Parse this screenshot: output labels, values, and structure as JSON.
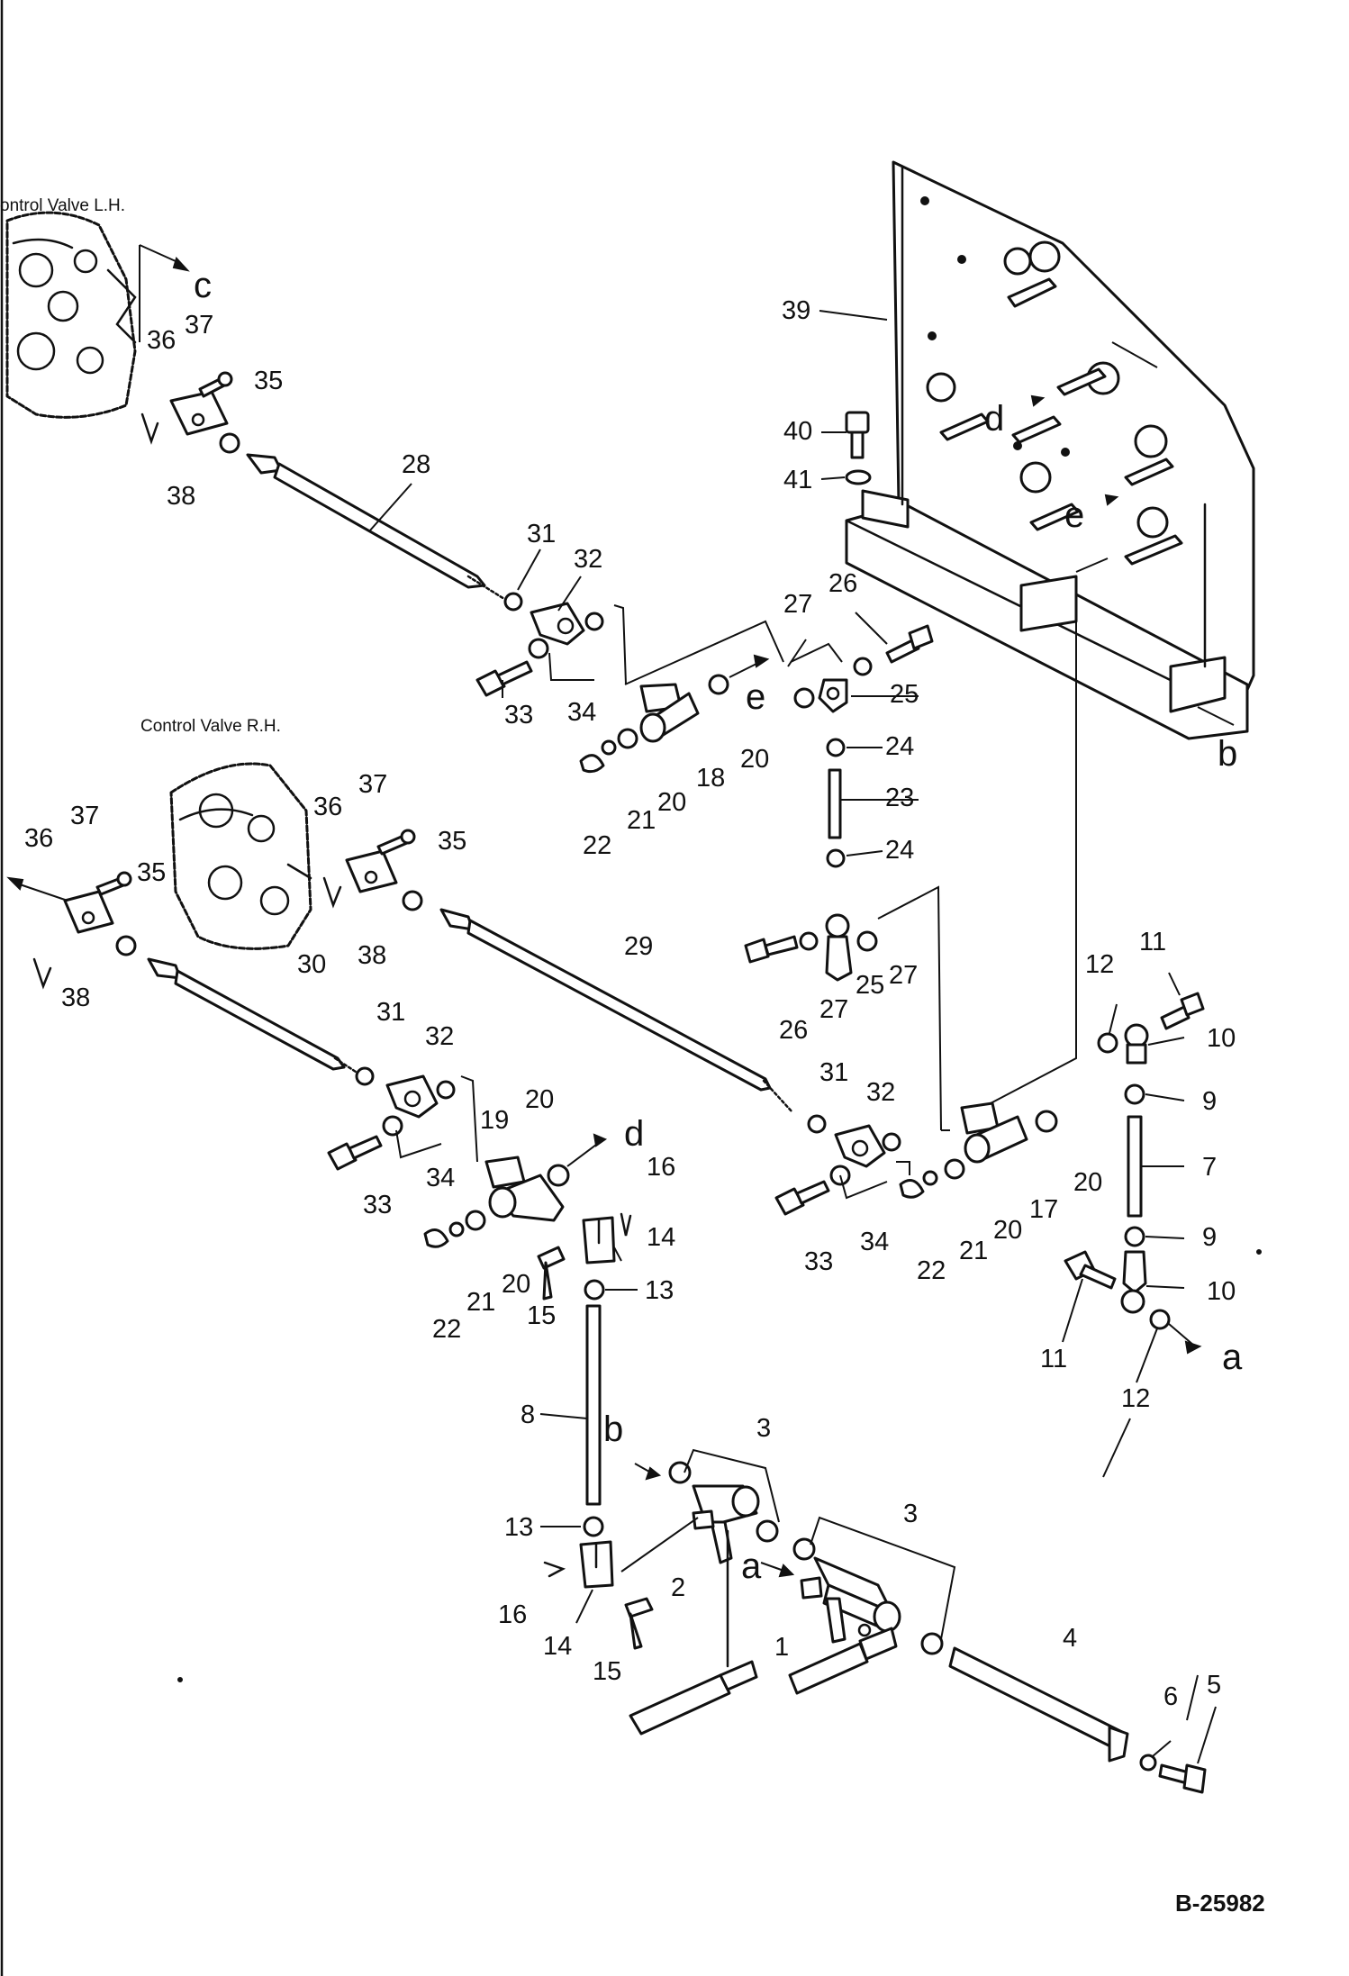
{
  "captions": {
    "valve_lh": "ontrol Valve L.H.",
    "valve_rh": "Control Valve R.H."
  },
  "drawing_number": "B-25982",
  "callouts": [
    {
      "id": "c39",
      "text": "39"
    },
    {
      "id": "c40",
      "text": "40"
    },
    {
      "id": "c41",
      "text": "41"
    },
    {
      "id": "c37a",
      "text": "37"
    },
    {
      "id": "c36a",
      "text": "36"
    },
    {
      "id": "c35a",
      "text": "35"
    },
    {
      "id": "c38a",
      "text": "38"
    },
    {
      "id": "c28",
      "text": "28"
    },
    {
      "id": "c31a",
      "text": "31"
    },
    {
      "id": "c32a",
      "text": "32"
    },
    {
      "id": "c33a",
      "text": "33"
    },
    {
      "id": "c34a",
      "text": "34"
    },
    {
      "id": "c27a",
      "text": "27"
    },
    {
      "id": "c26a",
      "text": "26"
    },
    {
      "id": "c25a",
      "text": "25"
    },
    {
      "id": "c24a",
      "text": "24"
    },
    {
      "id": "c23",
      "text": "23"
    },
    {
      "id": "c24b",
      "text": "24"
    },
    {
      "id": "c18",
      "text": "18"
    },
    {
      "id": "c20a",
      "text": "20"
    },
    {
      "id": "c20b",
      "text": "20"
    },
    {
      "id": "c21a",
      "text": "21"
    },
    {
      "id": "c22a",
      "text": "22"
    },
    {
      "id": "c37b",
      "text": "37"
    },
    {
      "id": "c36b",
      "text": "36"
    },
    {
      "id": "c35b",
      "text": "35"
    },
    {
      "id": "c38b",
      "text": "38"
    },
    {
      "id": "c37c",
      "text": "37"
    },
    {
      "id": "c36c",
      "text": "36"
    },
    {
      "id": "c35c",
      "text": "35"
    },
    {
      "id": "c38c",
      "text": "38"
    },
    {
      "id": "c29",
      "text": "29"
    },
    {
      "id": "c30",
      "text": "30"
    },
    {
      "id": "c26b",
      "text": "26"
    },
    {
      "id": "c27b",
      "text": "27"
    },
    {
      "id": "c25b",
      "text": "25"
    },
    {
      "id": "c27c",
      "text": "27"
    },
    {
      "id": "c31b",
      "text": "31"
    },
    {
      "id": "c32b",
      "text": "32"
    },
    {
      "id": "c33b",
      "text": "33"
    },
    {
      "id": "c34b",
      "text": "34"
    },
    {
      "id": "c19",
      "text": "19"
    },
    {
      "id": "c20c",
      "text": "20"
    },
    {
      "id": "c20d",
      "text": "20"
    },
    {
      "id": "c21b",
      "text": "21"
    },
    {
      "id": "c22b",
      "text": "22"
    },
    {
      "id": "c16a",
      "text": "16"
    },
    {
      "id": "c14a",
      "text": "14"
    },
    {
      "id": "c15a",
      "text": "15"
    },
    {
      "id": "c13a",
      "text": "13"
    },
    {
      "id": "c31c",
      "text": "31"
    },
    {
      "id": "c32c",
      "text": "32"
    },
    {
      "id": "c33c",
      "text": "33"
    },
    {
      "id": "c34c",
      "text": "34"
    },
    {
      "id": "c22c",
      "text": "22"
    },
    {
      "id": "c21c",
      "text": "21"
    },
    {
      "id": "c20e",
      "text": "20"
    },
    {
      "id": "c17",
      "text": "17"
    },
    {
      "id": "c20f",
      "text": "20"
    },
    {
      "id": "c12a",
      "text": "12"
    },
    {
      "id": "c11a",
      "text": "11"
    },
    {
      "id": "c10a",
      "text": "10"
    },
    {
      "id": "c9a",
      "text": "9"
    },
    {
      "id": "c7",
      "text": "7"
    },
    {
      "id": "c9b",
      "text": "9"
    },
    {
      "id": "c10b",
      "text": "10"
    },
    {
      "id": "c11b",
      "text": "11"
    },
    {
      "id": "c12b",
      "text": "12"
    },
    {
      "id": "c8",
      "text": "8"
    },
    {
      "id": "c13b",
      "text": "13"
    },
    {
      "id": "c16b",
      "text": "16"
    },
    {
      "id": "c14b",
      "text": "14"
    },
    {
      "id": "c15b",
      "text": "15"
    },
    {
      "id": "c3a",
      "text": "3"
    },
    {
      "id": "c3b",
      "text": "3"
    },
    {
      "id": "c2",
      "text": "2"
    },
    {
      "id": "c1",
      "text": "1"
    },
    {
      "id": "c4",
      "text": "4"
    },
    {
      "id": "c6",
      "text": "6"
    },
    {
      "id": "c5",
      "text": "5"
    }
  ],
  "view_letters": [
    {
      "id": "lc",
      "text": "c"
    },
    {
      "id": "ld1",
      "text": "d"
    },
    {
      "id": "le1",
      "text": "e"
    },
    {
      "id": "lb1",
      "text": "b"
    },
    {
      "id": "le2",
      "text": "e"
    },
    {
      "id": "ld2",
      "text": "d"
    },
    {
      "id": "la1",
      "text": "a"
    },
    {
      "id": "lb2",
      "text": "b"
    },
    {
      "id": "la2",
      "text": "a"
    }
  ]
}
